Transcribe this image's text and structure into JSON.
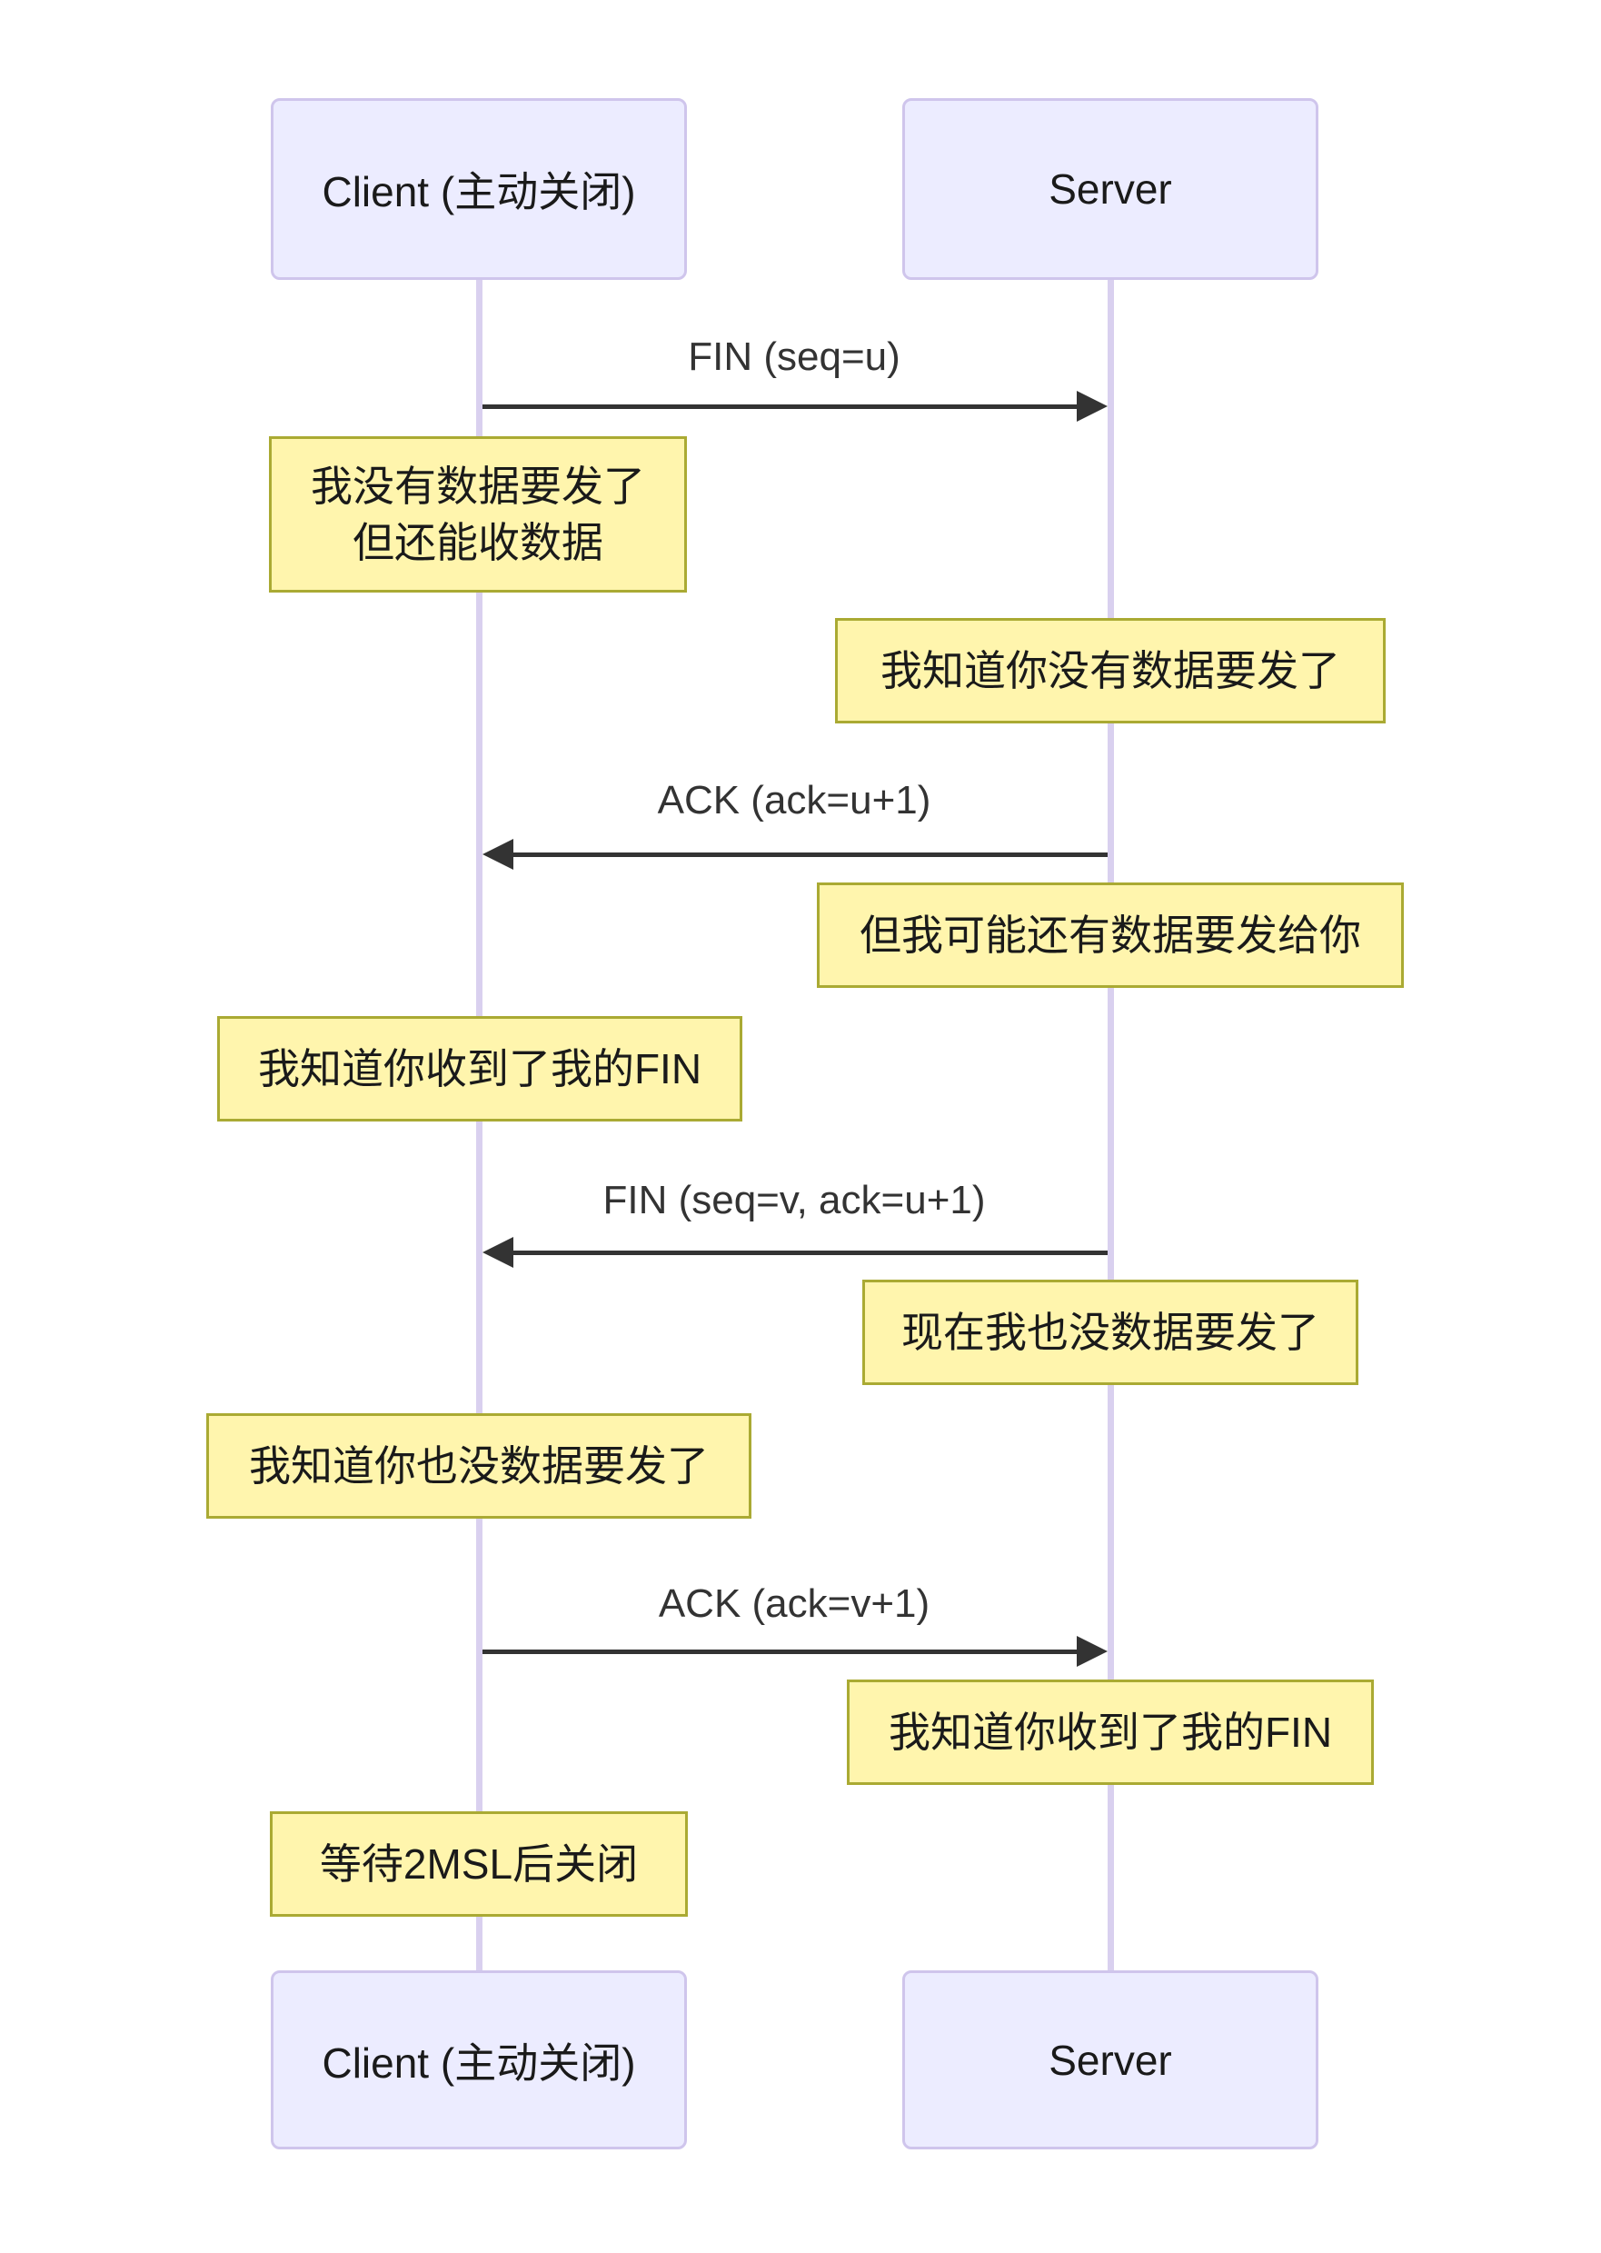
{
  "diagram": {
    "title_hint": "TCP four-way close sequence diagram",
    "actors": {
      "client": "Client (主动关闭)",
      "server": "Server"
    },
    "messages": [
      {
        "label": "FIN (seq=u)",
        "from": "client",
        "to": "server",
        "direction": "right"
      },
      {
        "label": "ACK (ack=u+1)",
        "from": "server",
        "to": "client",
        "direction": "left"
      },
      {
        "label": "FIN (seq=v, ack=u+1)",
        "from": "server",
        "to": "client",
        "direction": "left"
      },
      {
        "label": "ACK (ack=v+1)",
        "from": "client",
        "to": "server",
        "direction": "right"
      }
    ],
    "notes": [
      {
        "over": "client",
        "lines": [
          "我没有数据要发了",
          "但还能收数据"
        ]
      },
      {
        "over": "server",
        "lines": [
          "我知道你没有数据要发了"
        ]
      },
      {
        "over": "server",
        "lines": [
          "但我可能还有数据要发给你"
        ]
      },
      {
        "over": "client",
        "lines": [
          "我知道你收到了我的FIN"
        ]
      },
      {
        "over": "server",
        "lines": [
          "现在我也没数据要发了"
        ]
      },
      {
        "over": "client",
        "lines": [
          "我知道你也没数据要发了"
        ]
      },
      {
        "over": "server",
        "lines": [
          "我知道你收到了我的FIN"
        ]
      },
      {
        "over": "client",
        "lines": [
          "等待2MSL后关闭"
        ]
      }
    ],
    "colors": {
      "actor_fill": "#ECECFF",
      "actor_border": "#CFC5EC",
      "lifeline": "#D9D0EF",
      "note_fill": "#FFF5AD",
      "note_border": "#AAAA33",
      "arrow": "#333333",
      "text": "#1A1A1A"
    }
  }
}
